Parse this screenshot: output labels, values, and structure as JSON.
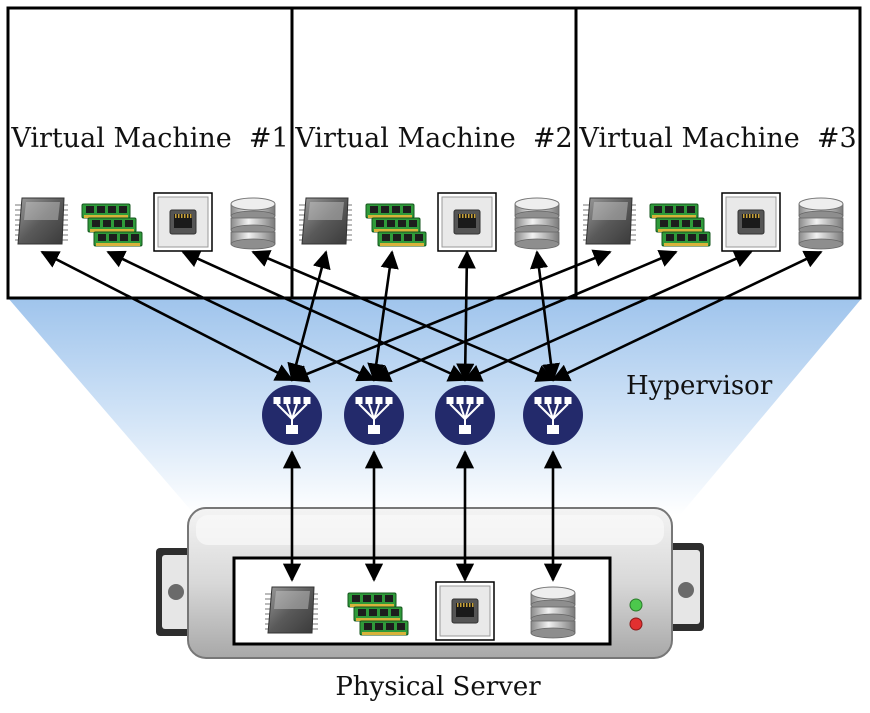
{
  "virtual_machines": [
    {
      "label": "Virtual Machine  #1",
      "components": [
        "cpu-icon",
        "ram-icon",
        "network-port-icon",
        "disk-icon"
      ]
    },
    {
      "label": "Virtual Machine  #2",
      "components": [
        "cpu-icon",
        "ram-icon",
        "network-port-icon",
        "disk-icon"
      ]
    },
    {
      "label": "Virtual Machine  #3",
      "components": [
        "cpu-icon",
        "ram-icon",
        "network-port-icon",
        "disk-icon"
      ]
    }
  ],
  "hypervisor": {
    "label": "Hypervisor",
    "switches": [
      "distribution-switch-icon",
      "distribution-switch-icon",
      "distribution-switch-icon",
      "distribution-switch-icon"
    ]
  },
  "physical_server": {
    "label": "Physical Server",
    "components": [
      "cpu-icon",
      "ram-icon",
      "network-port-icon",
      "disk-icon"
    ],
    "status_leds": [
      "green",
      "red"
    ]
  },
  "colors": {
    "hypervisor_gradient_top": "#9fc4ec",
    "hypervisor_gradient_bottom": "#ffffff",
    "switch_fill": "#232a6b",
    "arrow": "#000000"
  }
}
